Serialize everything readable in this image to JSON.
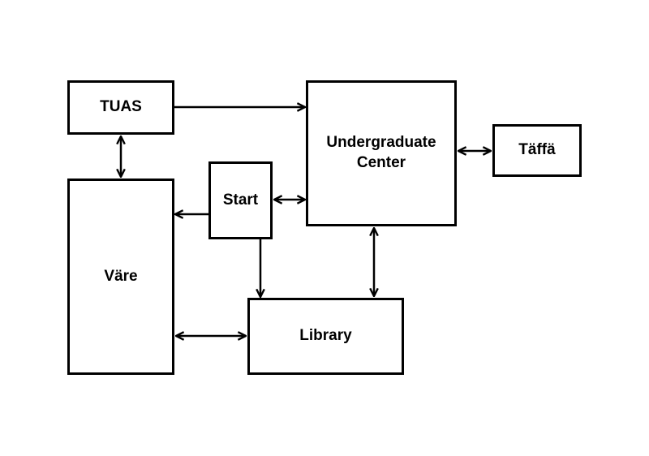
{
  "diagram": {
    "nodes": {
      "tuas": {
        "label": "TUAS"
      },
      "vare": {
        "label": "Väre"
      },
      "start": {
        "label": "Start"
      },
      "undergraduate_center": {
        "label": "Undergraduate\nCenter"
      },
      "taffa": {
        "label": "Täffä"
      },
      "library": {
        "label": "Library"
      }
    },
    "edges": [
      {
        "from": "tuas",
        "to": "undergraduate_center",
        "direction": "one-way"
      },
      {
        "from": "tuas",
        "to": "vare",
        "direction": "two-way"
      },
      {
        "from": "start",
        "to": "vare",
        "direction": "one-way"
      },
      {
        "from": "start",
        "to": "undergraduate_center",
        "direction": "two-way"
      },
      {
        "from": "undergraduate_center",
        "to": "taffa",
        "direction": "two-way"
      },
      {
        "from": "start",
        "to": "library",
        "direction": "one-way"
      },
      {
        "from": "undergraduate_center",
        "to": "library",
        "direction": "two-way"
      },
      {
        "from": "vare",
        "to": "library",
        "direction": "two-way"
      }
    ],
    "colors": {
      "stroke": "#000000",
      "fill": "#ffffff"
    }
  }
}
